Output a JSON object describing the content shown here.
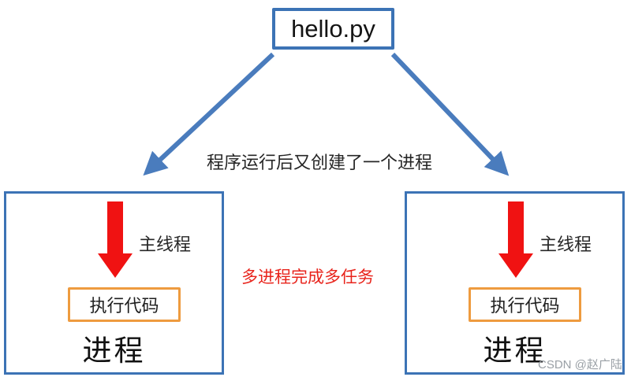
{
  "title_box": {
    "label": "hello.py"
  },
  "annotations": {
    "creation_note": "程序运行后又创建了一个进程",
    "multitask_note": "多进程完成多任务",
    "watermark": "CSDN @赵广陆"
  },
  "processes": [
    {
      "thread_label": "主线程",
      "code_label": "执行代码",
      "process_label": "进程"
    },
    {
      "thread_label": "主线程",
      "code_label": "执行代码",
      "process_label": "进程"
    }
  ],
  "colors": {
    "box_border_blue": "#3c73b5",
    "branch_arrow_blue": "#4a7cbd",
    "block_arrow_red": "#f01212",
    "code_box_orange": "#ee9b3f",
    "note_red": "#e8241c",
    "watermark_gray": "#9aa0a6"
  }
}
